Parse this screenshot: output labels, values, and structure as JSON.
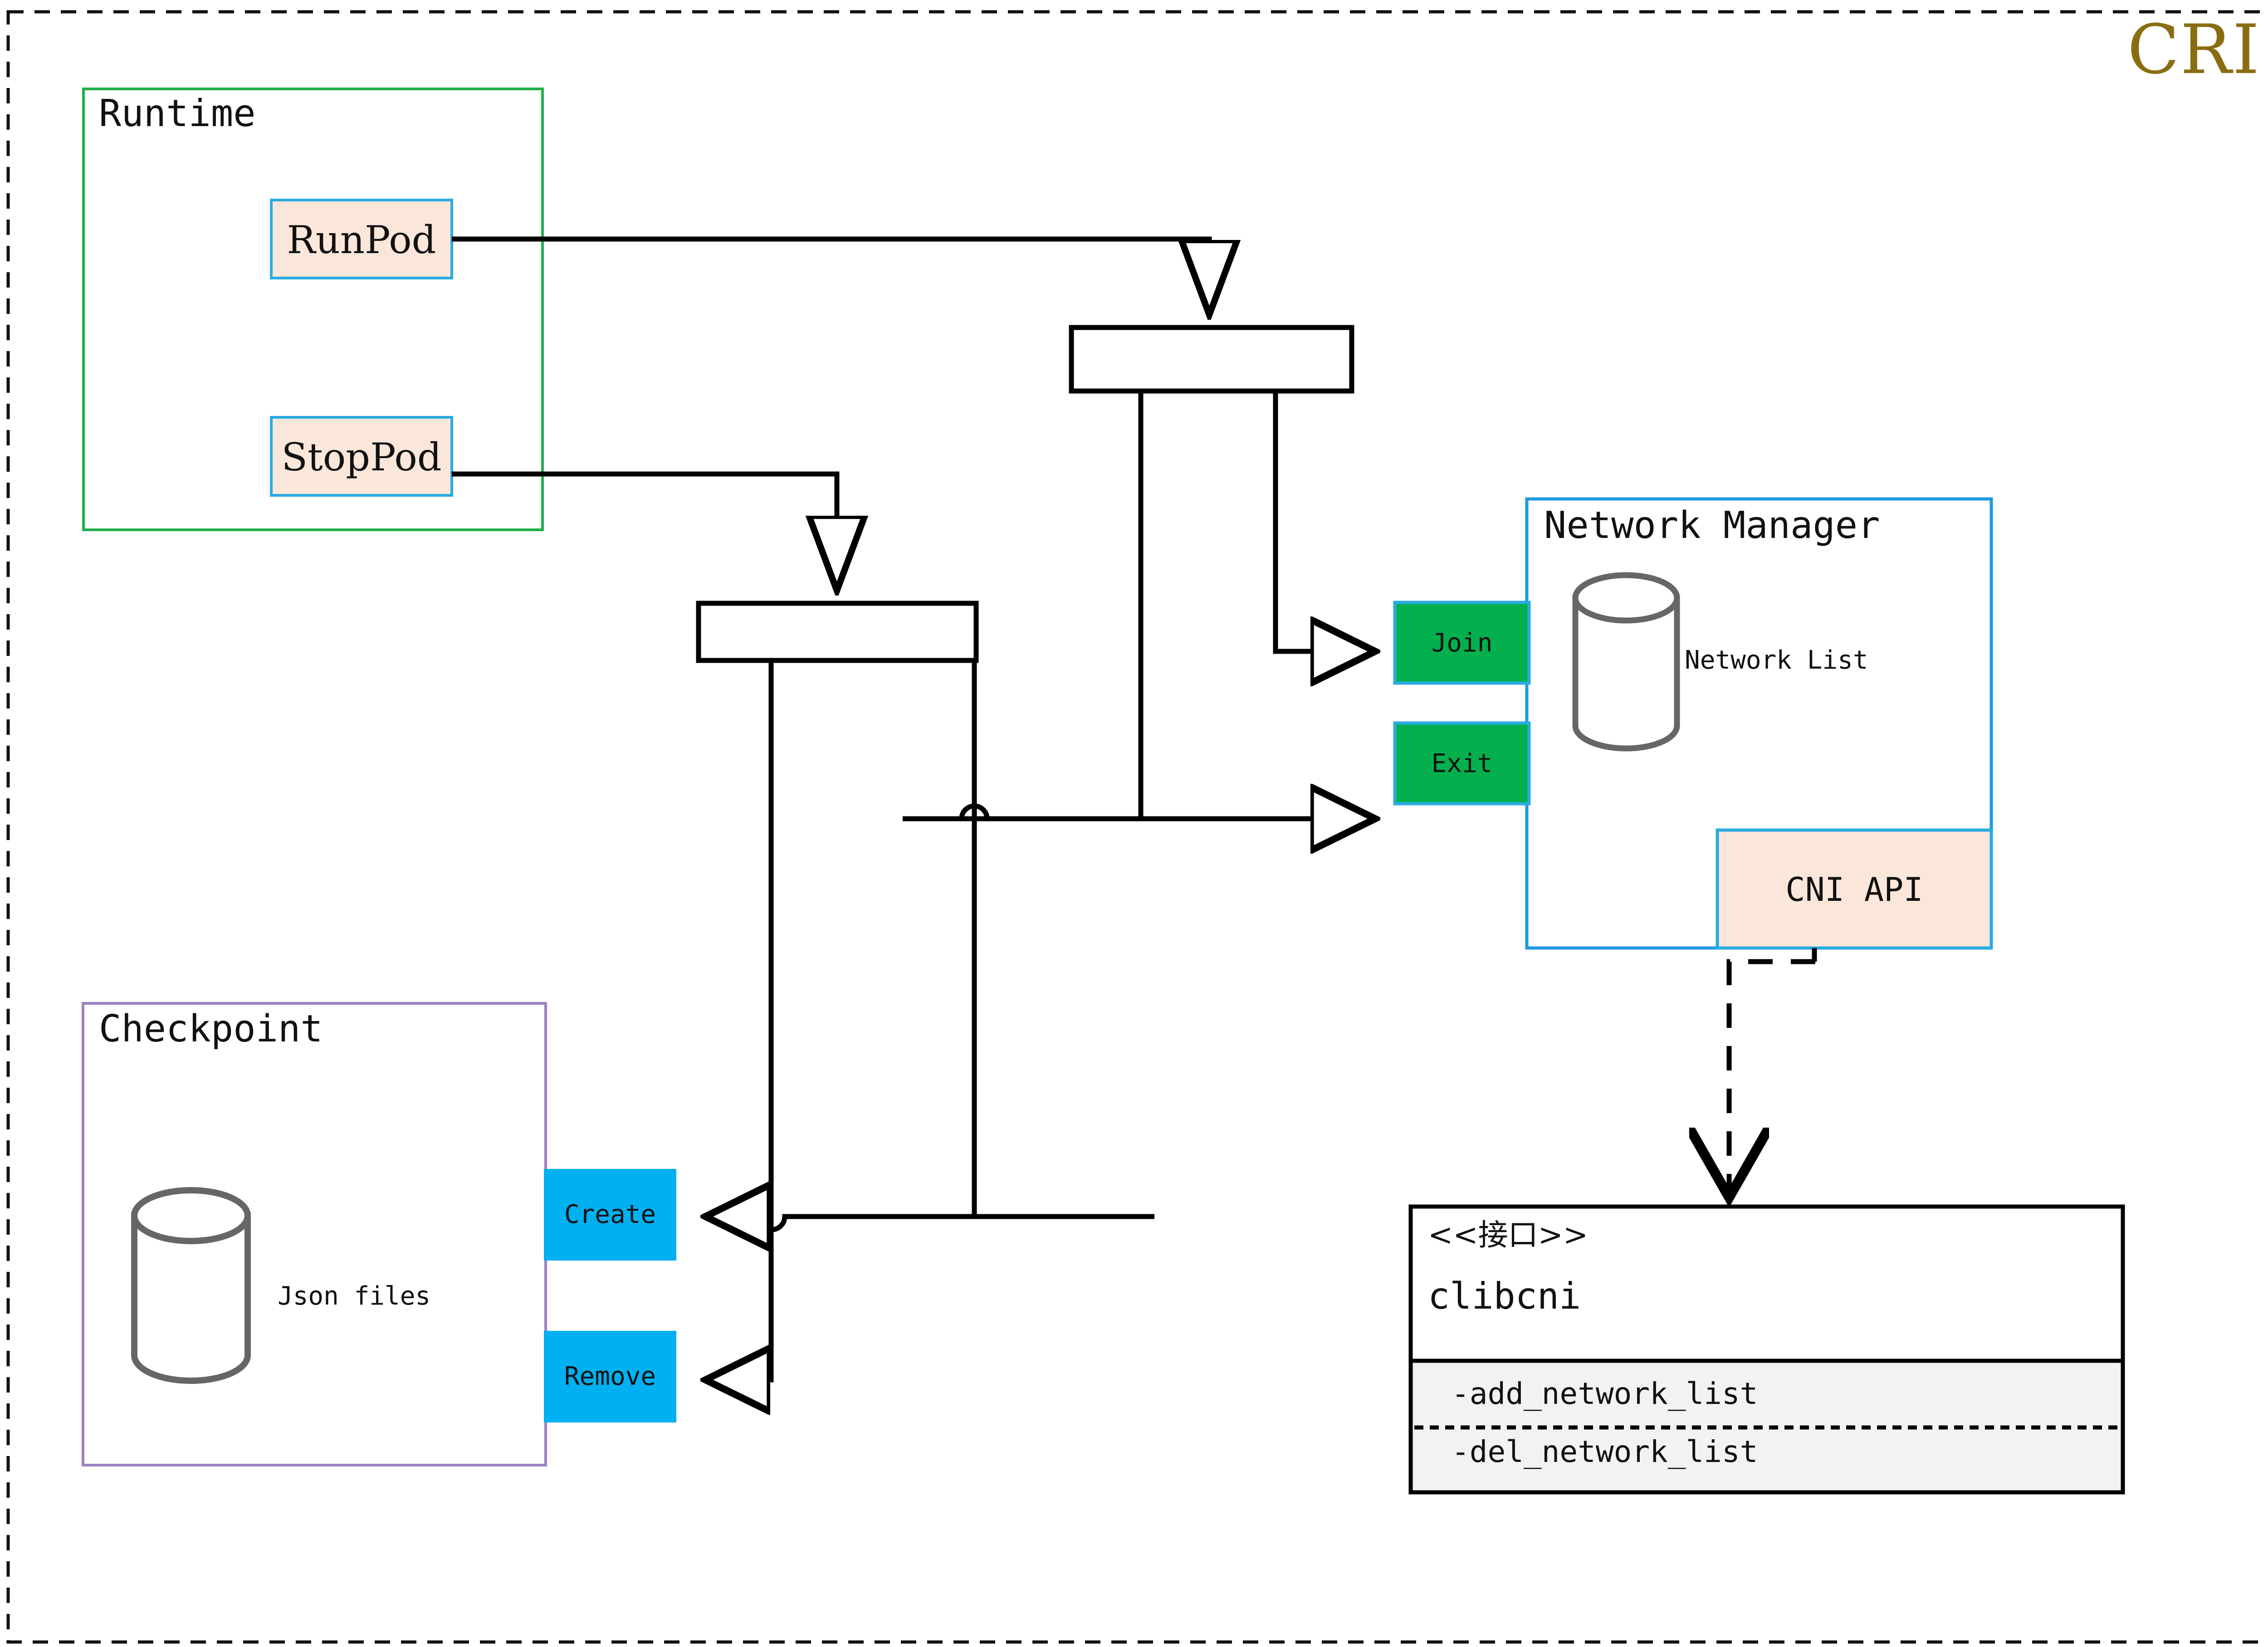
{
  "diagram": {
    "title": "CRI",
    "title_color": "#8a6d11",
    "outer_border_style": "dashed"
  },
  "groups": [
    {
      "id": "runtime",
      "title": "Runtime",
      "border_color": "#22b14c",
      "fill": "#ffffff"
    },
    {
      "id": "checkpoint",
      "title": "Checkpoint",
      "border_color": "#9d80c3",
      "fill": "#ffffff"
    },
    {
      "id": "network-manager",
      "title": "Network Manager",
      "border_color": "#1f9ae0",
      "fill": "#ffffff"
    }
  ],
  "nodes": {
    "run_pod": {
      "label": "RunPod",
      "fill": "#fbe7da",
      "border": "#29abe2"
    },
    "stop_pod": {
      "label": "StopPod",
      "fill": "#fbe7da",
      "border": "#29abe2"
    },
    "join": {
      "label": "Join",
      "fill": "#03b04d",
      "border": "#29abe2"
    },
    "exit": {
      "label": "Exit",
      "fill": "#03b04d",
      "border": "#29abe2"
    },
    "cni_api": {
      "label": "CNI API",
      "fill": "#fbe7da",
      "border": "#29abe2"
    },
    "create": {
      "label": "Create",
      "fill": "#00b0f0",
      "border": "#00b0f0"
    },
    "remove": {
      "label": "Remove",
      "fill": "#00b0f0",
      "border": "#00b0f0"
    }
  },
  "datastores": {
    "network_list": {
      "label": "Network List",
      "stroke": "#666666"
    },
    "json_files": {
      "label": "Json files",
      "stroke": "#666666"
    }
  },
  "interface": {
    "stereotype": "<<接口>>",
    "name": "clibcni",
    "methods": [
      "-add_network_list",
      "-del_network_list"
    ],
    "header_fill": "#ffffff",
    "body_fill": "#f2f2f2",
    "border": "#000000"
  },
  "forks": [
    {
      "id": "fork-top",
      "label": ""
    },
    {
      "id": "fork-bottom",
      "label": ""
    }
  ],
  "edges": [
    {
      "from": "run_pod",
      "to": "fork-top",
      "style": "solid",
      "arrow": "hollow-triangle"
    },
    {
      "from": "stop_pod",
      "to": "fork-bottom",
      "style": "solid",
      "arrow": "hollow-triangle"
    },
    {
      "from": "fork-top",
      "to": "join",
      "style": "solid",
      "arrow": "hollow-triangle"
    },
    {
      "from": "fork-top",
      "to": "exit",
      "style": "solid",
      "arrow": "hollow-triangle"
    },
    {
      "from": "fork-bottom",
      "to": "create",
      "style": "solid",
      "arrow": "hollow-triangle"
    },
    {
      "from": "fork-bottom",
      "to": "remove",
      "style": "solid",
      "arrow": "hollow-triangle"
    },
    {
      "from": "cni_api",
      "to": "clibcni",
      "style": "dashed",
      "arrow": "open-v"
    }
  ]
}
